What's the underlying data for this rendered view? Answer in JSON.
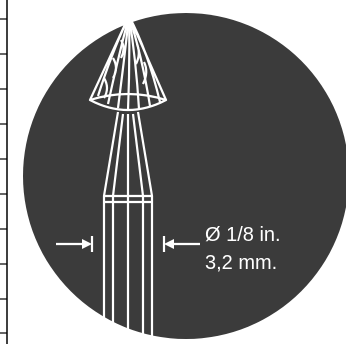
{
  "figure": {
    "subject": "carbide-burr-cone",
    "dimension": {
      "line1": "Ø 1/8 in.",
      "line2": "3,2 mm."
    },
    "colors": {
      "circle": "#3b3b3b",
      "line": "#ffffff",
      "sidebar": "#000000"
    }
  }
}
